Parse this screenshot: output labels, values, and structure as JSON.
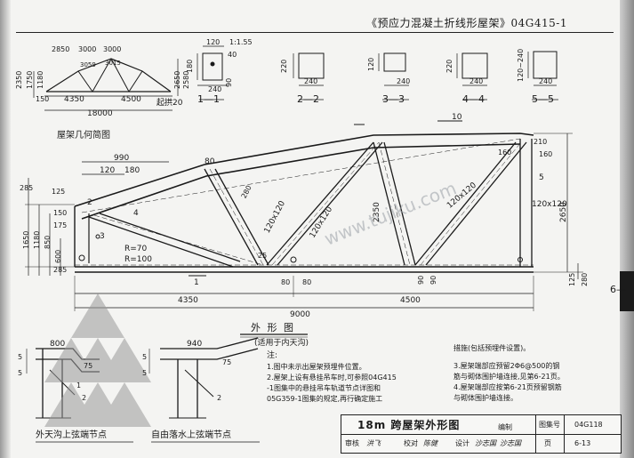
{
  "header": {
    "title": "《预应力混凝土折线形屋架》04G415-1"
  },
  "geometry_sketch": {
    "title": "屋架几何简图",
    "dims_top": [
      "2850",
      "3000",
      "3000"
    ],
    "diag_labels": [
      "3059",
      "3015"
    ],
    "dims_bottom": [
      "4350",
      "4500"
    ],
    "span": "18000",
    "left_heights": [
      "2350",
      "1750",
      "1180"
    ],
    "right_heights": [
      "2650",
      "2580"
    ],
    "slope": "起拱20",
    "spacing": "150"
  },
  "sections": [
    {
      "label": "1—1",
      "dims": [
        "120",
        "240",
        "180",
        "90",
        "1:1.55",
        "40"
      ]
    },
    {
      "label": "2—2",
      "dims": [
        "220",
        "240"
      ]
    },
    {
      "label": "3—3",
      "dims": [
        "120",
        "240"
      ]
    },
    {
      "label": "4—4",
      "dims": [
        "220",
        "240"
      ]
    },
    {
      "label": "5—5",
      "dims": [
        "120~240",
        "240"
      ]
    }
  ],
  "main_drawing": {
    "title": "外 形 图",
    "subtitle": "(适用于内天沟)",
    "watermark": "www.tujiku.com",
    "dims_bottom": [
      "4350",
      "4500",
      "9000"
    ],
    "left_dims": [
      "285",
      "1650",
      "1180",
      "850",
      "600",
      "150",
      "125",
      "175",
      "285"
    ],
    "top_left_dims": [
      "990",
      "120",
      "180",
      "80"
    ],
    "member_sizes": [
      "120x120",
      "120x120",
      "120x120",
      "120x120"
    ],
    "labels": [
      "280",
      "2350",
      "2650",
      "160",
      "210",
      "160",
      "80",
      "80",
      "90",
      "90",
      "125",
      "280",
      "R=70",
      "R=100",
      "25",
      "10",
      "1",
      "5",
      "4",
      "3",
      "2"
    ]
  },
  "details": [
    {
      "title": "外天沟上弦端节点",
      "dims": [
        "800",
        "75",
        "5",
        "5",
        "1",
        "2"
      ]
    },
    {
      "title": "自由落水上弦端节点",
      "dims": [
        "940",
        "75",
        "5",
        "5",
        "2"
      ]
    }
  ],
  "notes": {
    "heading": "注:",
    "items": [
      "1.图中未示出屋架预埋件位置。",
      "2.屋架上设有悬挂吊车时,可参照04G415",
      "  -1图集中的悬挂吊车轨道节点详图和",
      "  05G359-1图集的规定,再行确定施工",
      "  措施(包括预埋件设置)。"
    ],
    "items_right": [
      "3.屋架端部应预留2Φ6@500的钢",
      "  筋与砌体围护墙连接,见第6-21页。",
      "4.屋架端部应按第6-21页预留钢筋",
      "  与砌体围护墙连接。"
    ]
  },
  "title_block": {
    "drawing_title": "18m 跨屋架外形图",
    "atlas_label": "图集号",
    "atlas_no": "04G118",
    "page_label": "页",
    "page_no": "6-13",
    "reviewer_label": "审核",
    "reviewer": "洪飞",
    "checker_label": "校对",
    "checker": "陈健",
    "designer_label": "设计",
    "designer": "沙志国",
    "drafter_label": "编制",
    "drafter": "沙志国"
  },
  "side_tab": {
    "label": "6—"
  }
}
